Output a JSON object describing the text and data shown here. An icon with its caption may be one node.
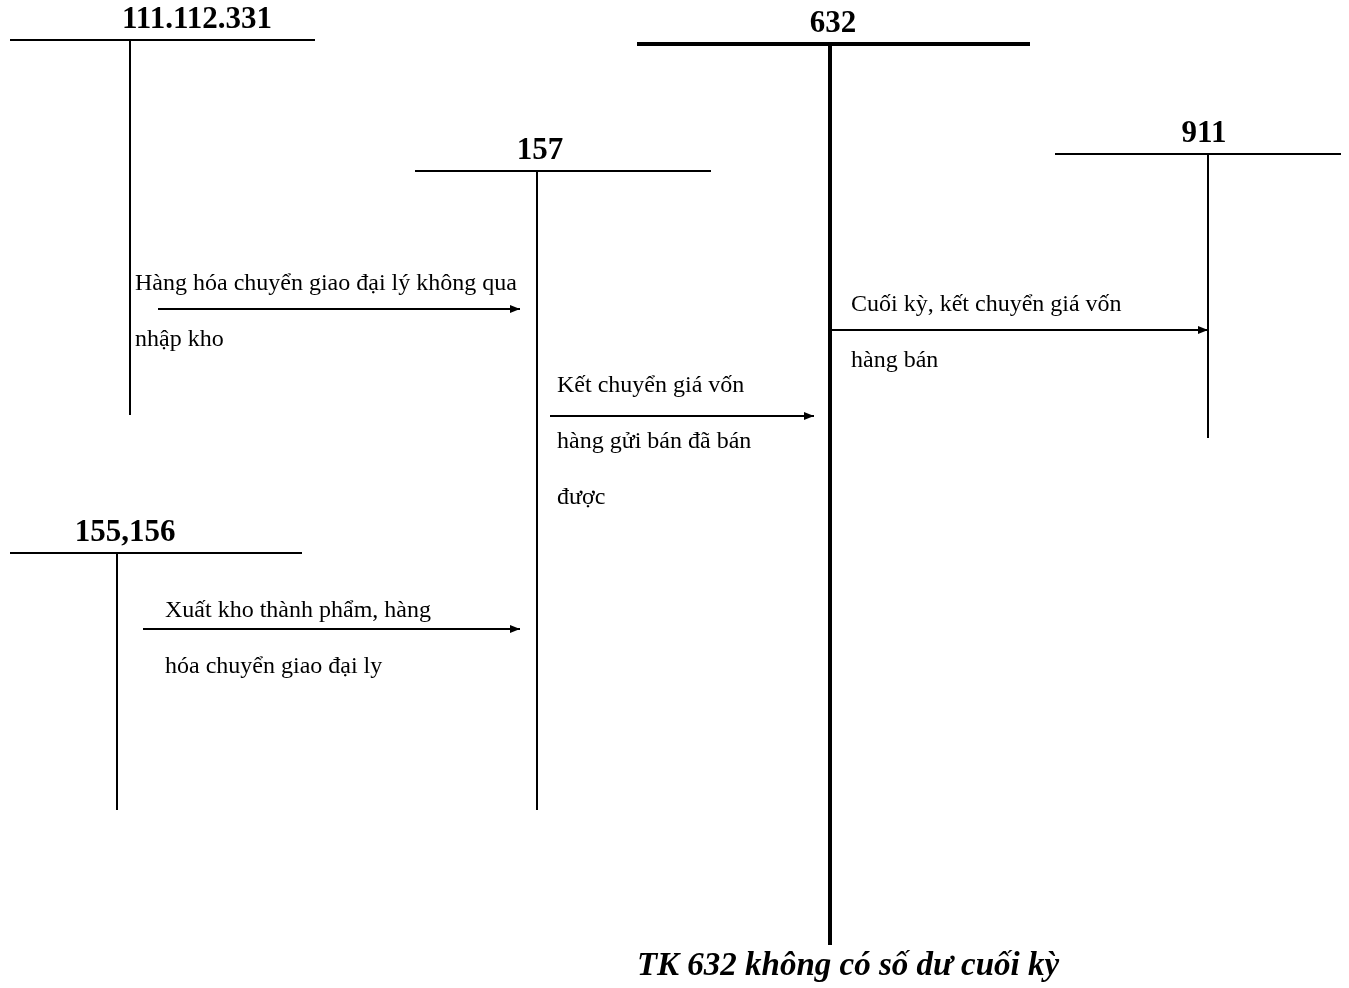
{
  "diagram": {
    "caption": "TK 632 không có số dư cuối kỳ",
    "nodes": [
      {
        "text": [
          "111.112.331"
        ]
      },
      {
        "text": [
          "632"
        ]
      },
      {
        "text": [
          "157"
        ]
      },
      {
        "text": [
          "911"
        ]
      },
      {
        "text": [
          "155,156"
        ]
      }
    ],
    "edges": [
      {
        "from": 0,
        "to": 2,
        "arrow": "to",
        "label": "Hàng hóa chuyển giao đại lý không qua nhập kho"
      },
      {
        "from": 4,
        "to": 2,
        "arrow": "to",
        "label": "Xuất kho thành phẩm, hàng hóa chuyển giao đại ly"
      },
      {
        "from": 2,
        "to": 1,
        "arrow": "to",
        "label": "Kết chuyển giá vốn hàng gửi bán đã bán được"
      },
      {
        "from": 1,
        "to": 3,
        "arrow": "to",
        "label": "Cuối kỳ, kết chuyển giá vốn hàng bán"
      }
    ]
  }
}
